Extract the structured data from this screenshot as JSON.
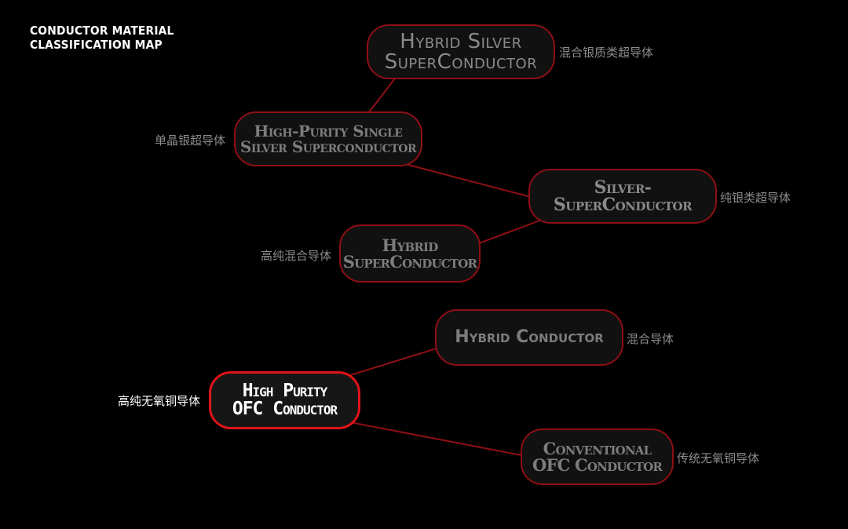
{
  "title": {
    "line1": "Conductor Material",
    "line2": "Classification Map"
  },
  "colors": {
    "background": "#000000",
    "node_border": "#8e0f14",
    "active_border": "#e01418",
    "link": "#8e0f14",
    "node_text": "#7d7d7d",
    "active_text": "#ffffff"
  },
  "nodes": {
    "hybrid_silver_superconductor": {
      "label_line1": "Hybrid Silver",
      "label_line2": "SuperConductor",
      "cn": "混合银质类超导体"
    },
    "high_purity_single_silver": {
      "label_line1": "High-Purity Single",
      "label_line2": "Silver Superconductor",
      "cn": "单晶银超导体"
    },
    "silver_superconductor": {
      "label_line1": "Silver-SuperConductor",
      "cn": "纯银类超导体"
    },
    "hybrid_superconductor": {
      "label_line1": "Hybrid",
      "label_line2": "SuperConductor",
      "cn": "高纯混合导体"
    },
    "hybrid_conductor": {
      "label_line1": "Hybrid Conductor",
      "cn": "混合导体"
    },
    "high_purity_ofc": {
      "label_line1": "High Purity",
      "label_line2": "OFC Conductor",
      "cn": "高纯无氧铜导体",
      "active": true
    },
    "conventional_ofc": {
      "label_line1": "Conventional",
      "label_line2": "OFC Conductor",
      "cn": "传统无氧铜导体"
    }
  }
}
